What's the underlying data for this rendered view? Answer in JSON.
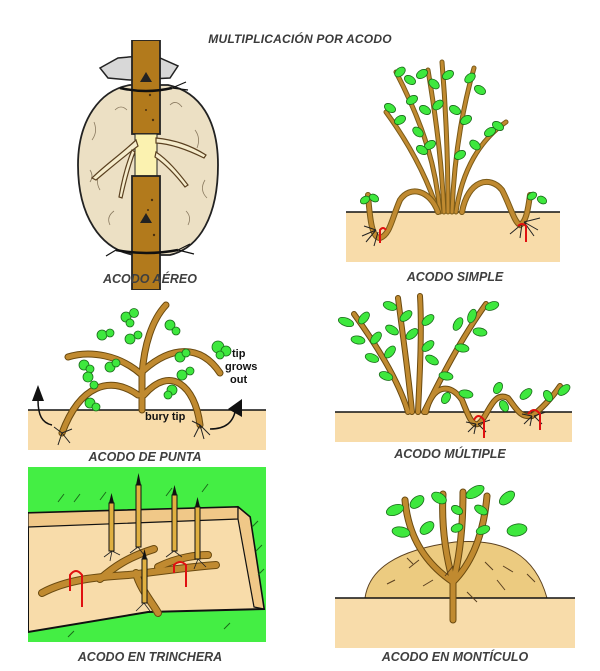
{
  "title": "MULTIPLICACIÓN POR ACODO",
  "colors": {
    "soil": "#f8dcaa",
    "stem": "#b8862b",
    "leaf": "#3ee83e",
    "pin": "#e01010",
    "trench_bg": "#44ee44",
    "ground_line": "#000000",
    "bag": "#ece0c4",
    "caption_text": "#3f3f3f"
  },
  "panels": [
    {
      "id": "aereo",
      "caption": "ACODO AÉREO"
    },
    {
      "id": "simple",
      "caption": "ACODO SIMPLE"
    },
    {
      "id": "punta",
      "caption": "ACODO DE PUNTA",
      "annotations": {
        "tip_grows_out_1": "tip",
        "tip_grows_out_2": "grows",
        "tip_grows_out_3": "out",
        "bury_tip": "bury tip"
      }
    },
    {
      "id": "multiple",
      "caption": "ACODO MÚLTIPLE"
    },
    {
      "id": "trinchera",
      "caption": "ACODO EN TRINCHERA"
    },
    {
      "id": "monticulo",
      "caption": "ACODO EN MONTÍCULO"
    }
  ]
}
